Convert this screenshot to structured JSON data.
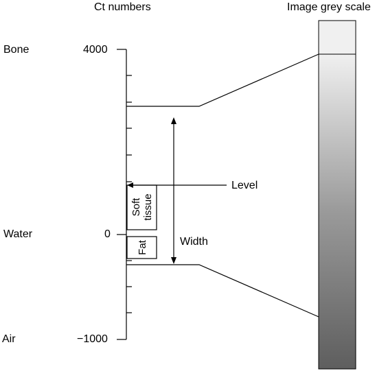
{
  "scale_title": "Ct numbers",
  "greyscale_title": "Image grey scale",
  "materials": {
    "bone": "Bone",
    "water": "Water",
    "air": "Air"
  },
  "ct_ticks": {
    "top": "4000",
    "middle": "0",
    "bottom": "−1000"
  },
  "boxes": {
    "soft_tissue_line1": "Soft",
    "soft_tissue_line2": "tissue",
    "fat": "Fat"
  },
  "annotations": {
    "level": "Level",
    "width": "Width"
  },
  "colors": {
    "greyscale_top": "#f0f0f0",
    "greyscale_bottom": "#606060",
    "line": "#000000"
  }
}
